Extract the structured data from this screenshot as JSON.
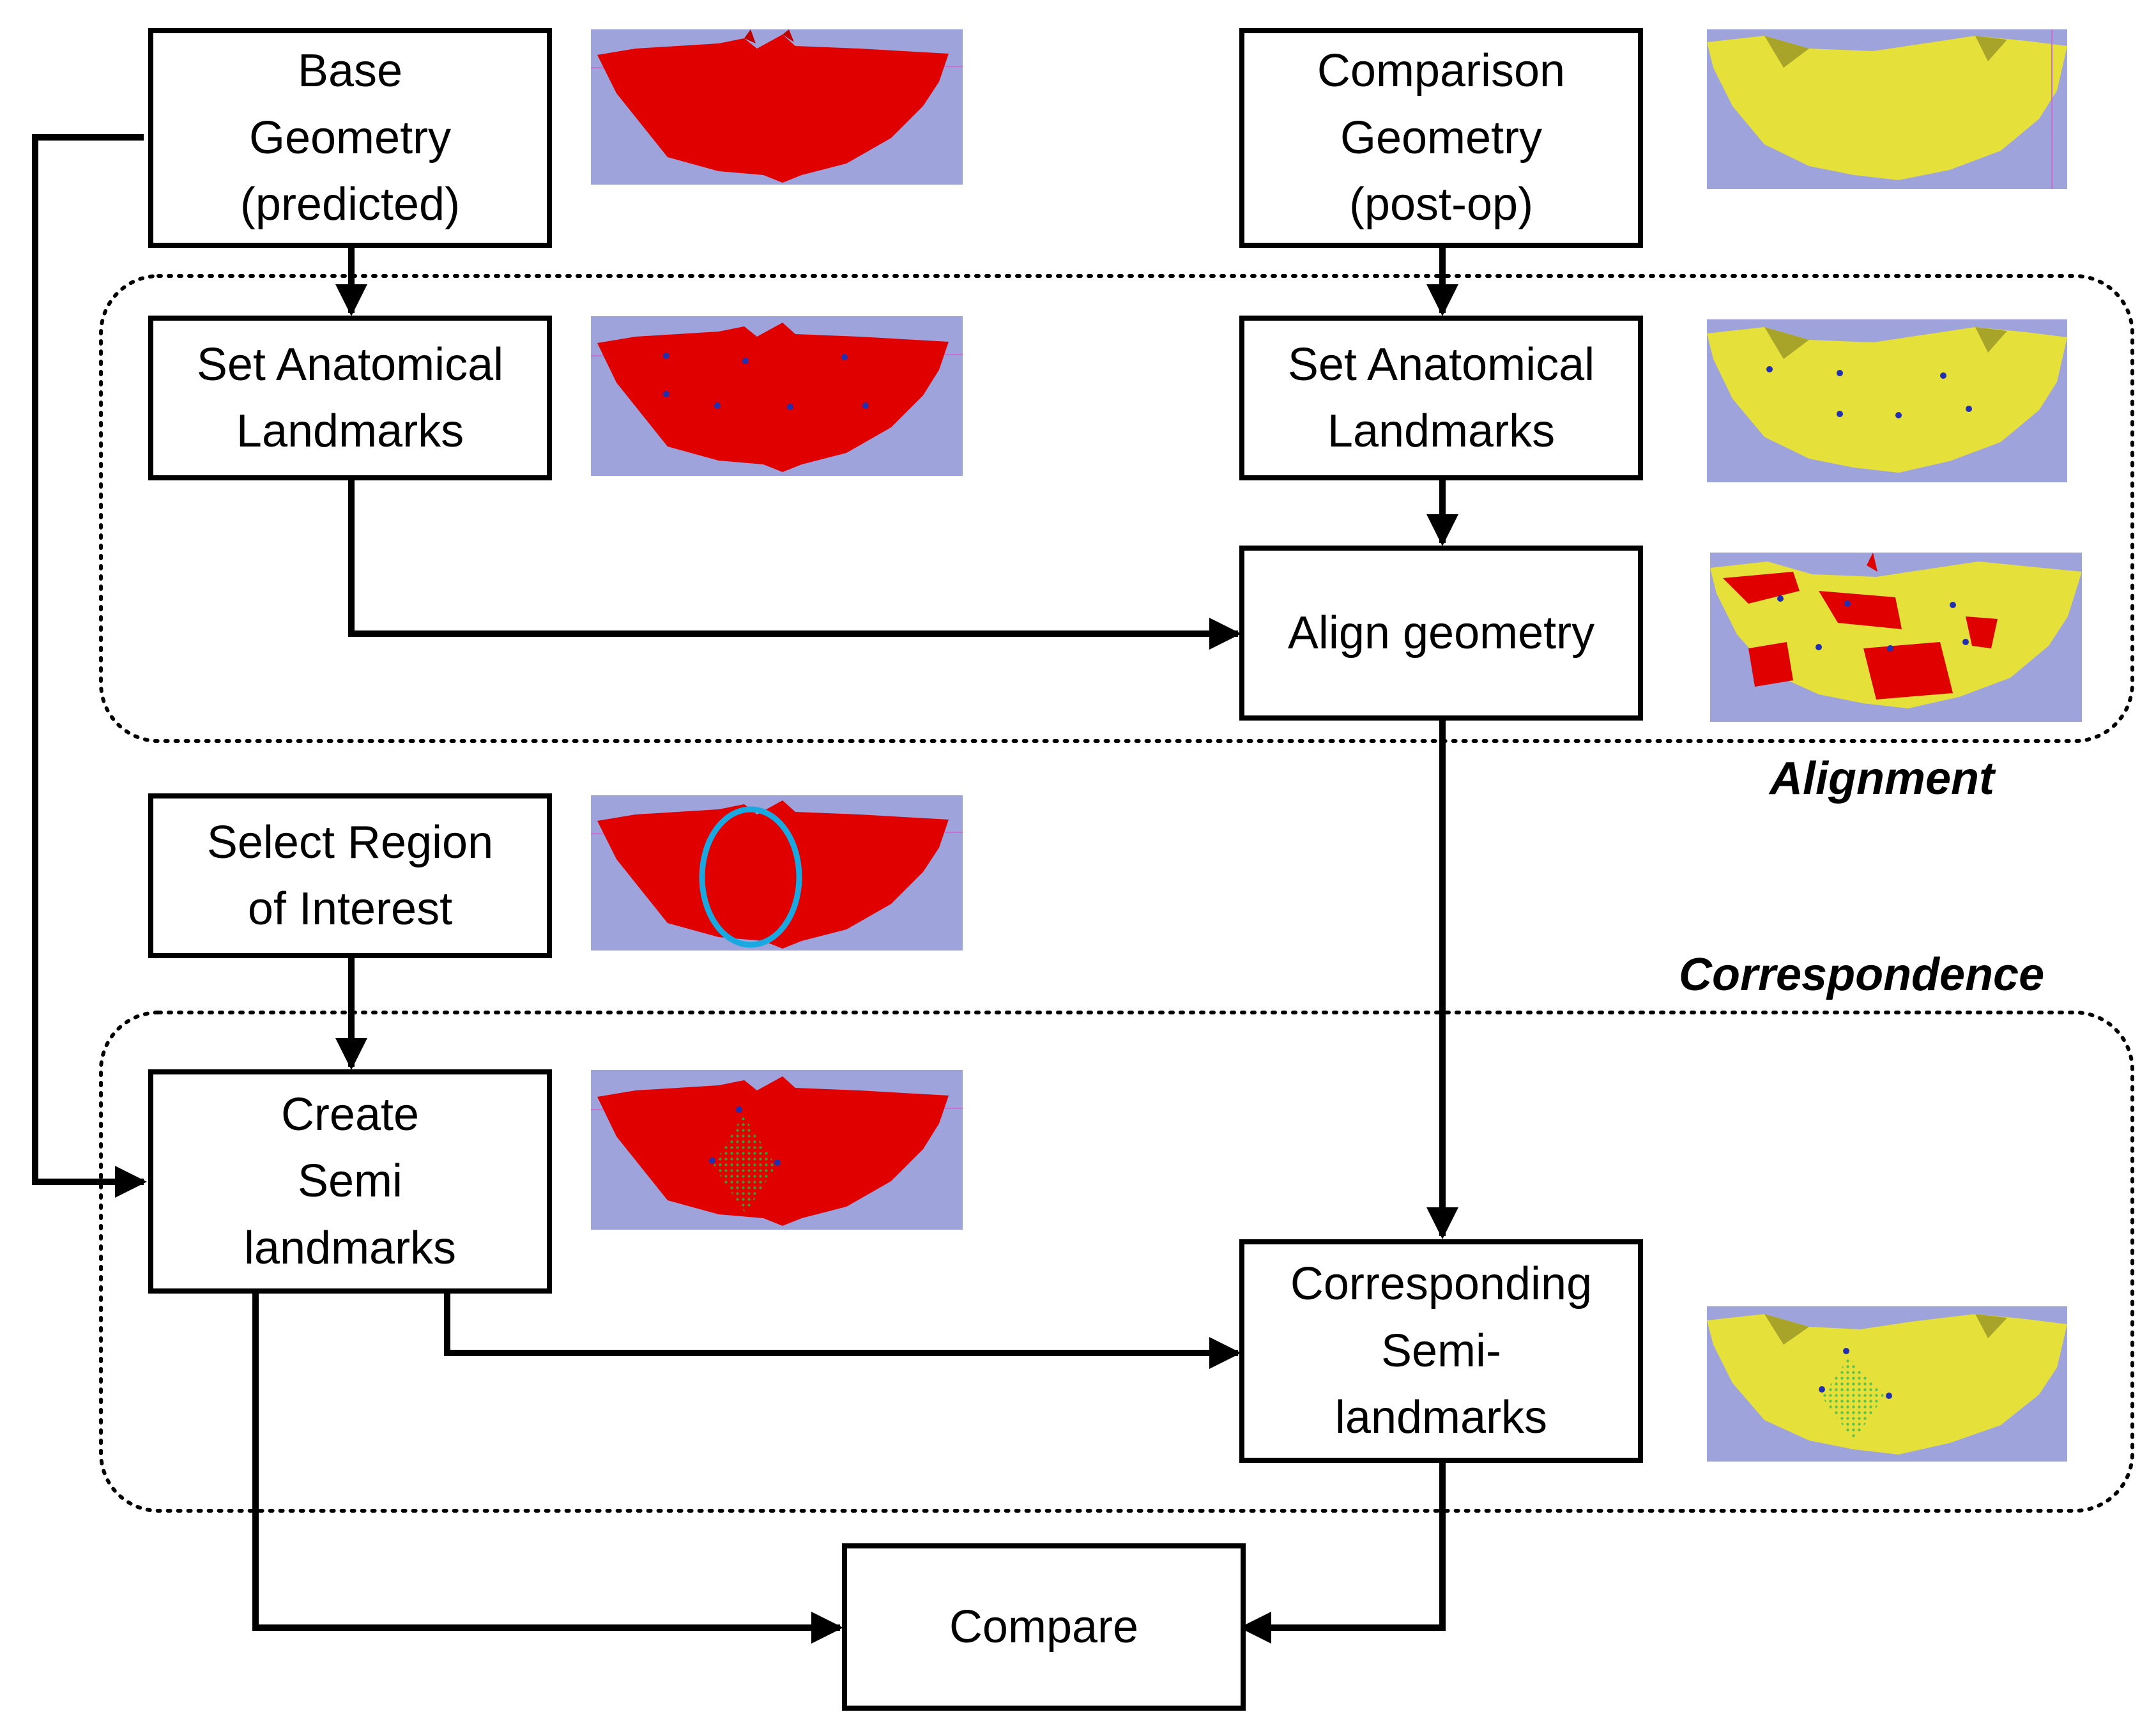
{
  "nodes": {
    "base_geometry": "Base\nGeometry\n(predicted)",
    "comparison_geometry": "Comparison\nGeometry\n(post-op)",
    "set_landmarks_base": "Set Anatomical\nLandmarks",
    "set_landmarks_comparison": "Set Anatomical\nLandmarks",
    "align_geometry": "Align geometry",
    "select_roi": "Select Region\nof Interest",
    "create_semi": "Create\nSemi\nlandmarks",
    "corresponding_semi": "Corresponding\nSemi-\nlandmarks",
    "compare": "Compare"
  },
  "groups": {
    "alignment": "Alignment",
    "correspondence": "Correspondence"
  },
  "colors": {
    "predicted_model": "#e00000",
    "postop_model": "#e6e03a",
    "viewport_background": "#9ea3dc",
    "landmark_point": "#2230b0",
    "roi_outline": "#1aa8e0",
    "semilandmark_grid": "#3a9a3a"
  }
}
